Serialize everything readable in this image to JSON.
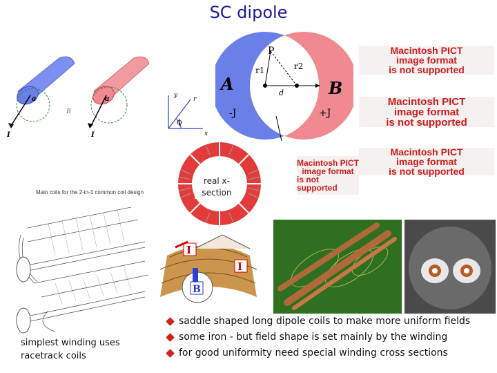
{
  "title": "SC dipole",
  "dipole": {
    "label_a": "A",
    "label_b": "B",
    "label_p": "P",
    "label_r1": "r1",
    "label_r2": "r2",
    "label_d": "d",
    "label_minus_j": "-J",
    "label_plus_j": "+J"
  },
  "conductors": {
    "label_a1": "a",
    "label_a2": "a",
    "label_b": "B",
    "label_i1": "I",
    "label_i2": "I",
    "axis_y": "y",
    "axis_r": "r",
    "axis_phi": "ϕ",
    "axis_x": "x"
  },
  "pict_placeholders": [
    {
      "line1": "Macintosh PICT",
      "line2": "image format",
      "line3": "is not supported"
    },
    {
      "line1": "Macintosh PICT",
      "line2": "image format",
      "line3": "is not supported"
    },
    {
      "line1": "Macintosh PICT",
      "line2": "image format",
      "line3": "is not supported"
    },
    {
      "line1": "Macintosh PICT",
      "line2": "image format",
      "line3": "is not supported"
    }
  ],
  "cross_section_label": "real x-section",
  "coil_diagram": {
    "label_i1": "I",
    "label_i2": "I",
    "label_b": "B"
  },
  "main_coils_label": "Main coils for the 2-in-1 common coil design",
  "caption_simple": "simplest winding uses racetrack coils",
  "bullets": [
    "saddle shaped long dipole coils to make more uniform fields",
    "some iron - but field shape is set mainly by the winding",
    "for good uniformity need special winding cross sections"
  ],
  "colors": {
    "title": "#1a1a9a",
    "blue_region": "#6b7fe8",
    "red_region": "#f08a90",
    "pict_text": "#d11a1a",
    "bullet": "#d3231d"
  }
}
